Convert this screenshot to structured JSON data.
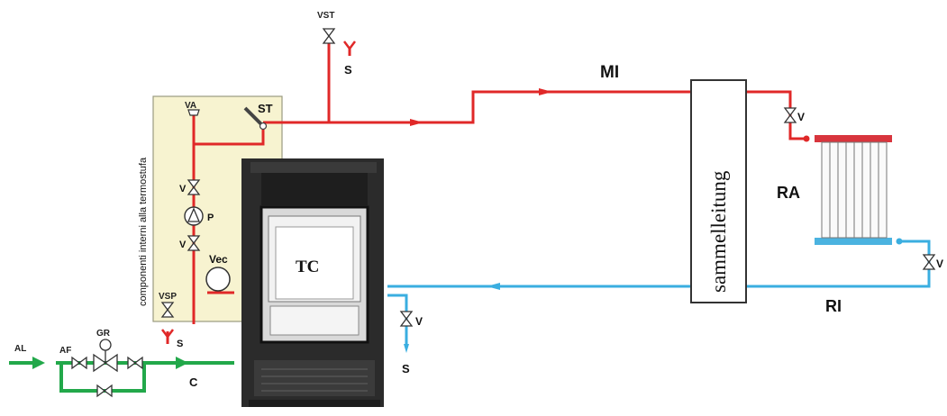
{
  "labels": {
    "vst": "VST",
    "s_top": "S",
    "mi": "MI",
    "st": "ST",
    "va": "VA",
    "v1": "V",
    "p": "P",
    "v2": "V",
    "vec": "Vec",
    "vsp": "VSP",
    "s_left": "S",
    "componenti": "componenti interni alla termostufa",
    "tc": "TC",
    "sammelleitung": "sammelleitung",
    "v_ra": "V",
    "ra": "RA",
    "v_ri": "V",
    "ri": "RI",
    "v_drain": "V",
    "s_drain": "S",
    "al": "AL",
    "af": "AF",
    "gr": "GR",
    "c": "C"
  },
  "colors": {
    "hot": "#e02828",
    "cold": "#3aaee0",
    "supply": "#22a84a",
    "panel": "#f7f3d0",
    "panel_border": "#9a9a80",
    "stove": "#2a2a2a"
  }
}
